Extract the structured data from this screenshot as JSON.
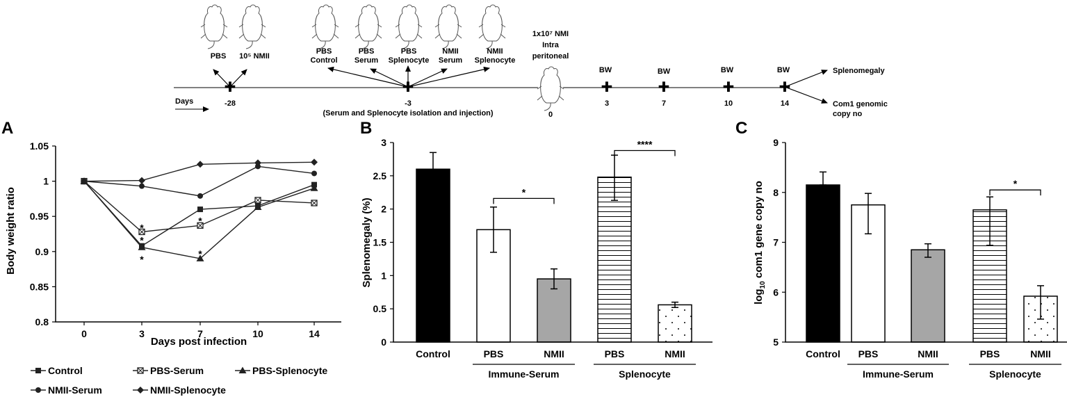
{
  "timeline": {
    "days_label": "Days",
    "nodes": [
      {
        "day": "-28",
        "labels": [
          "PBS",
          "10⁵ NMII"
        ]
      },
      {
        "day": "-3",
        "labels": [
          "PBS Control",
          "PBS Serum",
          "PBS Splenocyte",
          "NMII Serum",
          "NMII Splenocyte"
        ]
      },
      {
        "day": "0",
        "labels": []
      },
      {
        "day": "3",
        "labels": [
          "BW"
        ]
      },
      {
        "day": "7",
        "labels": [
          "BW"
        ]
      },
      {
        "day": "10",
        "labels": [
          "BW"
        ]
      },
      {
        "day": "14",
        "labels": [
          "BW"
        ]
      }
    ],
    "d28_labels": {
      "a": "PBS",
      "b": "10⁵ NMII"
    },
    "d3_labels": {
      "a1": "PBS",
      "a2": "Control",
      "b1": "PBS",
      "b2": "Serum",
      "c1": "PBS",
      "c2": "Splenocyte",
      "d1": "NMII",
      "d2": "Serum",
      "e1": "NMII",
      "e2": "Splenocyte"
    },
    "d3_note": "(Serum and Splenocyte isolation and injection)",
    "infection": {
      "line1": "1x10⁷ NMI",
      "line2": "Intra",
      "line3": "peritoneal"
    },
    "bw_label": "BW",
    "outcomes": {
      "o1": "Splenomegaly",
      "o2a": "Com1 genomic",
      "o2b": "copy no"
    }
  },
  "chart_data": [
    {
      "panel": "A",
      "type": "line",
      "xlabel": "Days post infection",
      "ylabel": "Body weight ratio",
      "x": [
        0,
        3,
        7,
        10,
        14
      ],
      "ylim": [
        0.8,
        1.05
      ],
      "yticks": [
        0.8,
        0.85,
        0.9,
        0.95,
        1,
        1.05
      ],
      "ytick_labels": [
        "0.8",
        "0.85",
        "0.9",
        "0.95",
        "1",
        "1.05"
      ],
      "series": [
        {
          "name": "Control",
          "marker": "square",
          "values": [
            1.0,
            0.908,
            0.96,
            0.965,
            0.995
          ]
        },
        {
          "name": "PBS-Serum",
          "marker": "square-x",
          "values": [
            1.0,
            0.928,
            0.937,
            0.973,
            0.969
          ]
        },
        {
          "name": "PBS-Splenocyte",
          "marker": "triangle",
          "values": [
            1.0,
            0.906,
            0.89,
            0.963,
            0.99
          ]
        },
        {
          "name": "NMII-Serum",
          "marker": "circle",
          "values": [
            1.0,
            0.993,
            0.979,
            1.021,
            1.011
          ]
        },
        {
          "name": "NMII-Splenocyte",
          "marker": "diamond",
          "values": [
            1.0,
            1.001,
            1.024,
            1.026,
            1.027
          ]
        }
      ],
      "annotations": [
        {
          "text": "*",
          "x": 3,
          "y": 0.935
        },
        {
          "text": "*",
          "x": 3,
          "y": 0.917
        },
        {
          "text": "*",
          "x": 3,
          "y": 0.89
        },
        {
          "text": "*",
          "x": 7,
          "y": 0.945
        },
        {
          "text": "*",
          "x": 7,
          "y": 0.898
        }
      ]
    },
    {
      "panel": "B",
      "type": "bar",
      "ylabel": "Splenomegaly (%)",
      "categories": [
        "Control",
        "PBS",
        "NMII",
        "PBS",
        "NMII"
      ],
      "groups": [
        {
          "label": "Immune-Serum",
          "from": 1,
          "to": 2
        },
        {
          "label": "Splenocyte",
          "from": 3,
          "to": 4
        }
      ],
      "values": [
        2.6,
        1.69,
        0.95,
        2.48,
        0.56
      ],
      "errors": [
        [
          2.6,
          2.85
        ],
        [
          1.35,
          2.03
        ],
        [
          0.8,
          1.1
        ],
        [
          2.13,
          2.81
        ],
        [
          0.52,
          0.6
        ]
      ],
      "fills": [
        "solid-black",
        "white",
        "gray",
        "horizontal-lines",
        "dots"
      ],
      "ylim": [
        0,
        3
      ],
      "yticks": [
        0,
        0.5,
        1,
        1.5,
        2,
        2.5,
        3
      ],
      "ytick_labels": [
        "0",
        "0.5",
        "1",
        "1.5",
        "2",
        "2.5",
        "3"
      ],
      "significance": [
        {
          "from": 1,
          "to": 2,
          "y": 2.16,
          "label": "*"
        },
        {
          "from": 3,
          "to": 4,
          "y": 2.88,
          "label": "****"
        }
      ]
    },
    {
      "panel": "C",
      "type": "bar",
      "ylabel_main": "log",
      "ylabel_sub": "10",
      "ylabel_rest": " com1 gene  copy no",
      "categories": [
        "Control",
        "PBS",
        "NMII",
        "PBS",
        "NMII"
      ],
      "groups": [
        {
          "label": "Immune-Serum",
          "from": 1,
          "to": 2
        },
        {
          "label": "Splenocyte",
          "from": 3,
          "to": 4
        }
      ],
      "values": [
        8.15,
        7.75,
        6.85,
        7.65,
        5.92
      ],
      "errors": [
        [
          8.15,
          8.41
        ],
        [
          7.17,
          7.98
        ],
        [
          6.7,
          6.97
        ],
        [
          6.94,
          7.91
        ],
        [
          5.46,
          6.13
        ]
      ],
      "fills": [
        "solid-black",
        "white",
        "gray",
        "horizontal-lines",
        "dots"
      ],
      "ylim": [
        5,
        9
      ],
      "yticks": [
        5,
        6,
        7,
        8,
        9
      ],
      "ytick_labels": [
        "5",
        "6",
        "7",
        "8",
        "9"
      ],
      "significance": [
        {
          "from": 3,
          "to": 4,
          "y": 8.05,
          "label": "*"
        }
      ]
    }
  ],
  "colors": {
    "black": "#000000",
    "gray": "#a6a6a6",
    "white": "#ffffff",
    "line": "#222222"
  }
}
